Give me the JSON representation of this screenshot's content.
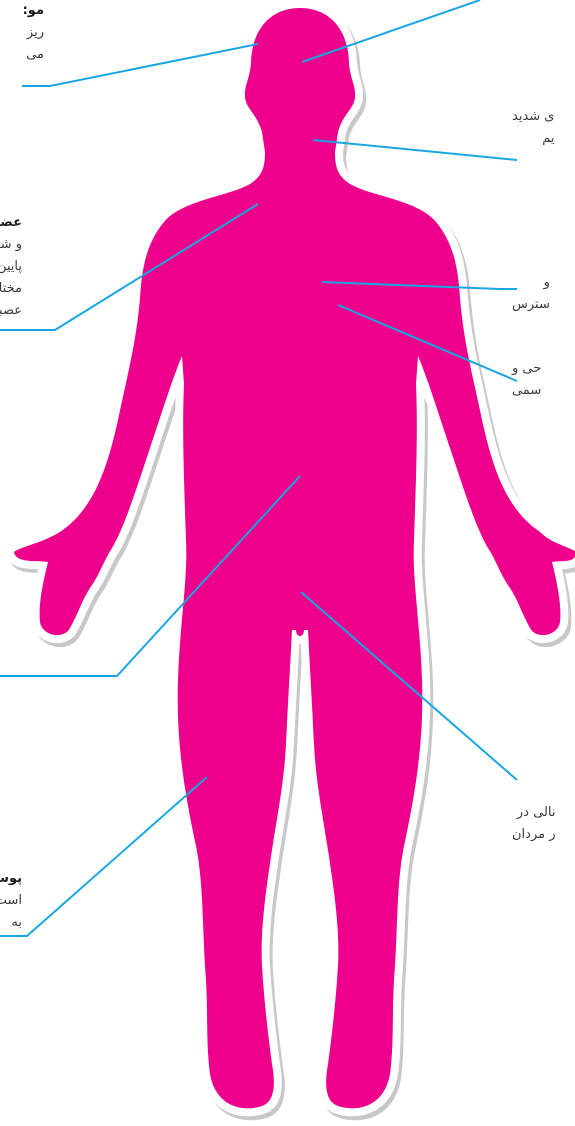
{
  "colors": {
    "body_fill": "#ec008c",
    "body_outline": "#ffffff",
    "shadow": "#c8c8c8",
    "leader_line": "#1aa6e0"
  },
  "labels": {
    "hair": {
      "title": "مو:",
      "lines": [
        "ریز",
        "می"
      ]
    },
    "muscles": {
      "title": "عضلا",
      "lines": [
        "و شا",
        "پایین",
        "مختا",
        "عصبی"
      ]
    },
    "skin": {
      "title": "پوس",
      "lines": [
        "است",
        "به"
      ]
    },
    "neck": {
      "lines": [
        "ی شدید",
        "یم"
      ]
    },
    "chest": {
      "lines": [
        "و",
        "سترس"
      ]
    },
    "abdomen": {
      "lines": [
        "حی و",
        "سمی"
      ]
    },
    "groin": {
      "lines": [
        "نالی در",
        "ر مردان"
      ]
    }
  }
}
